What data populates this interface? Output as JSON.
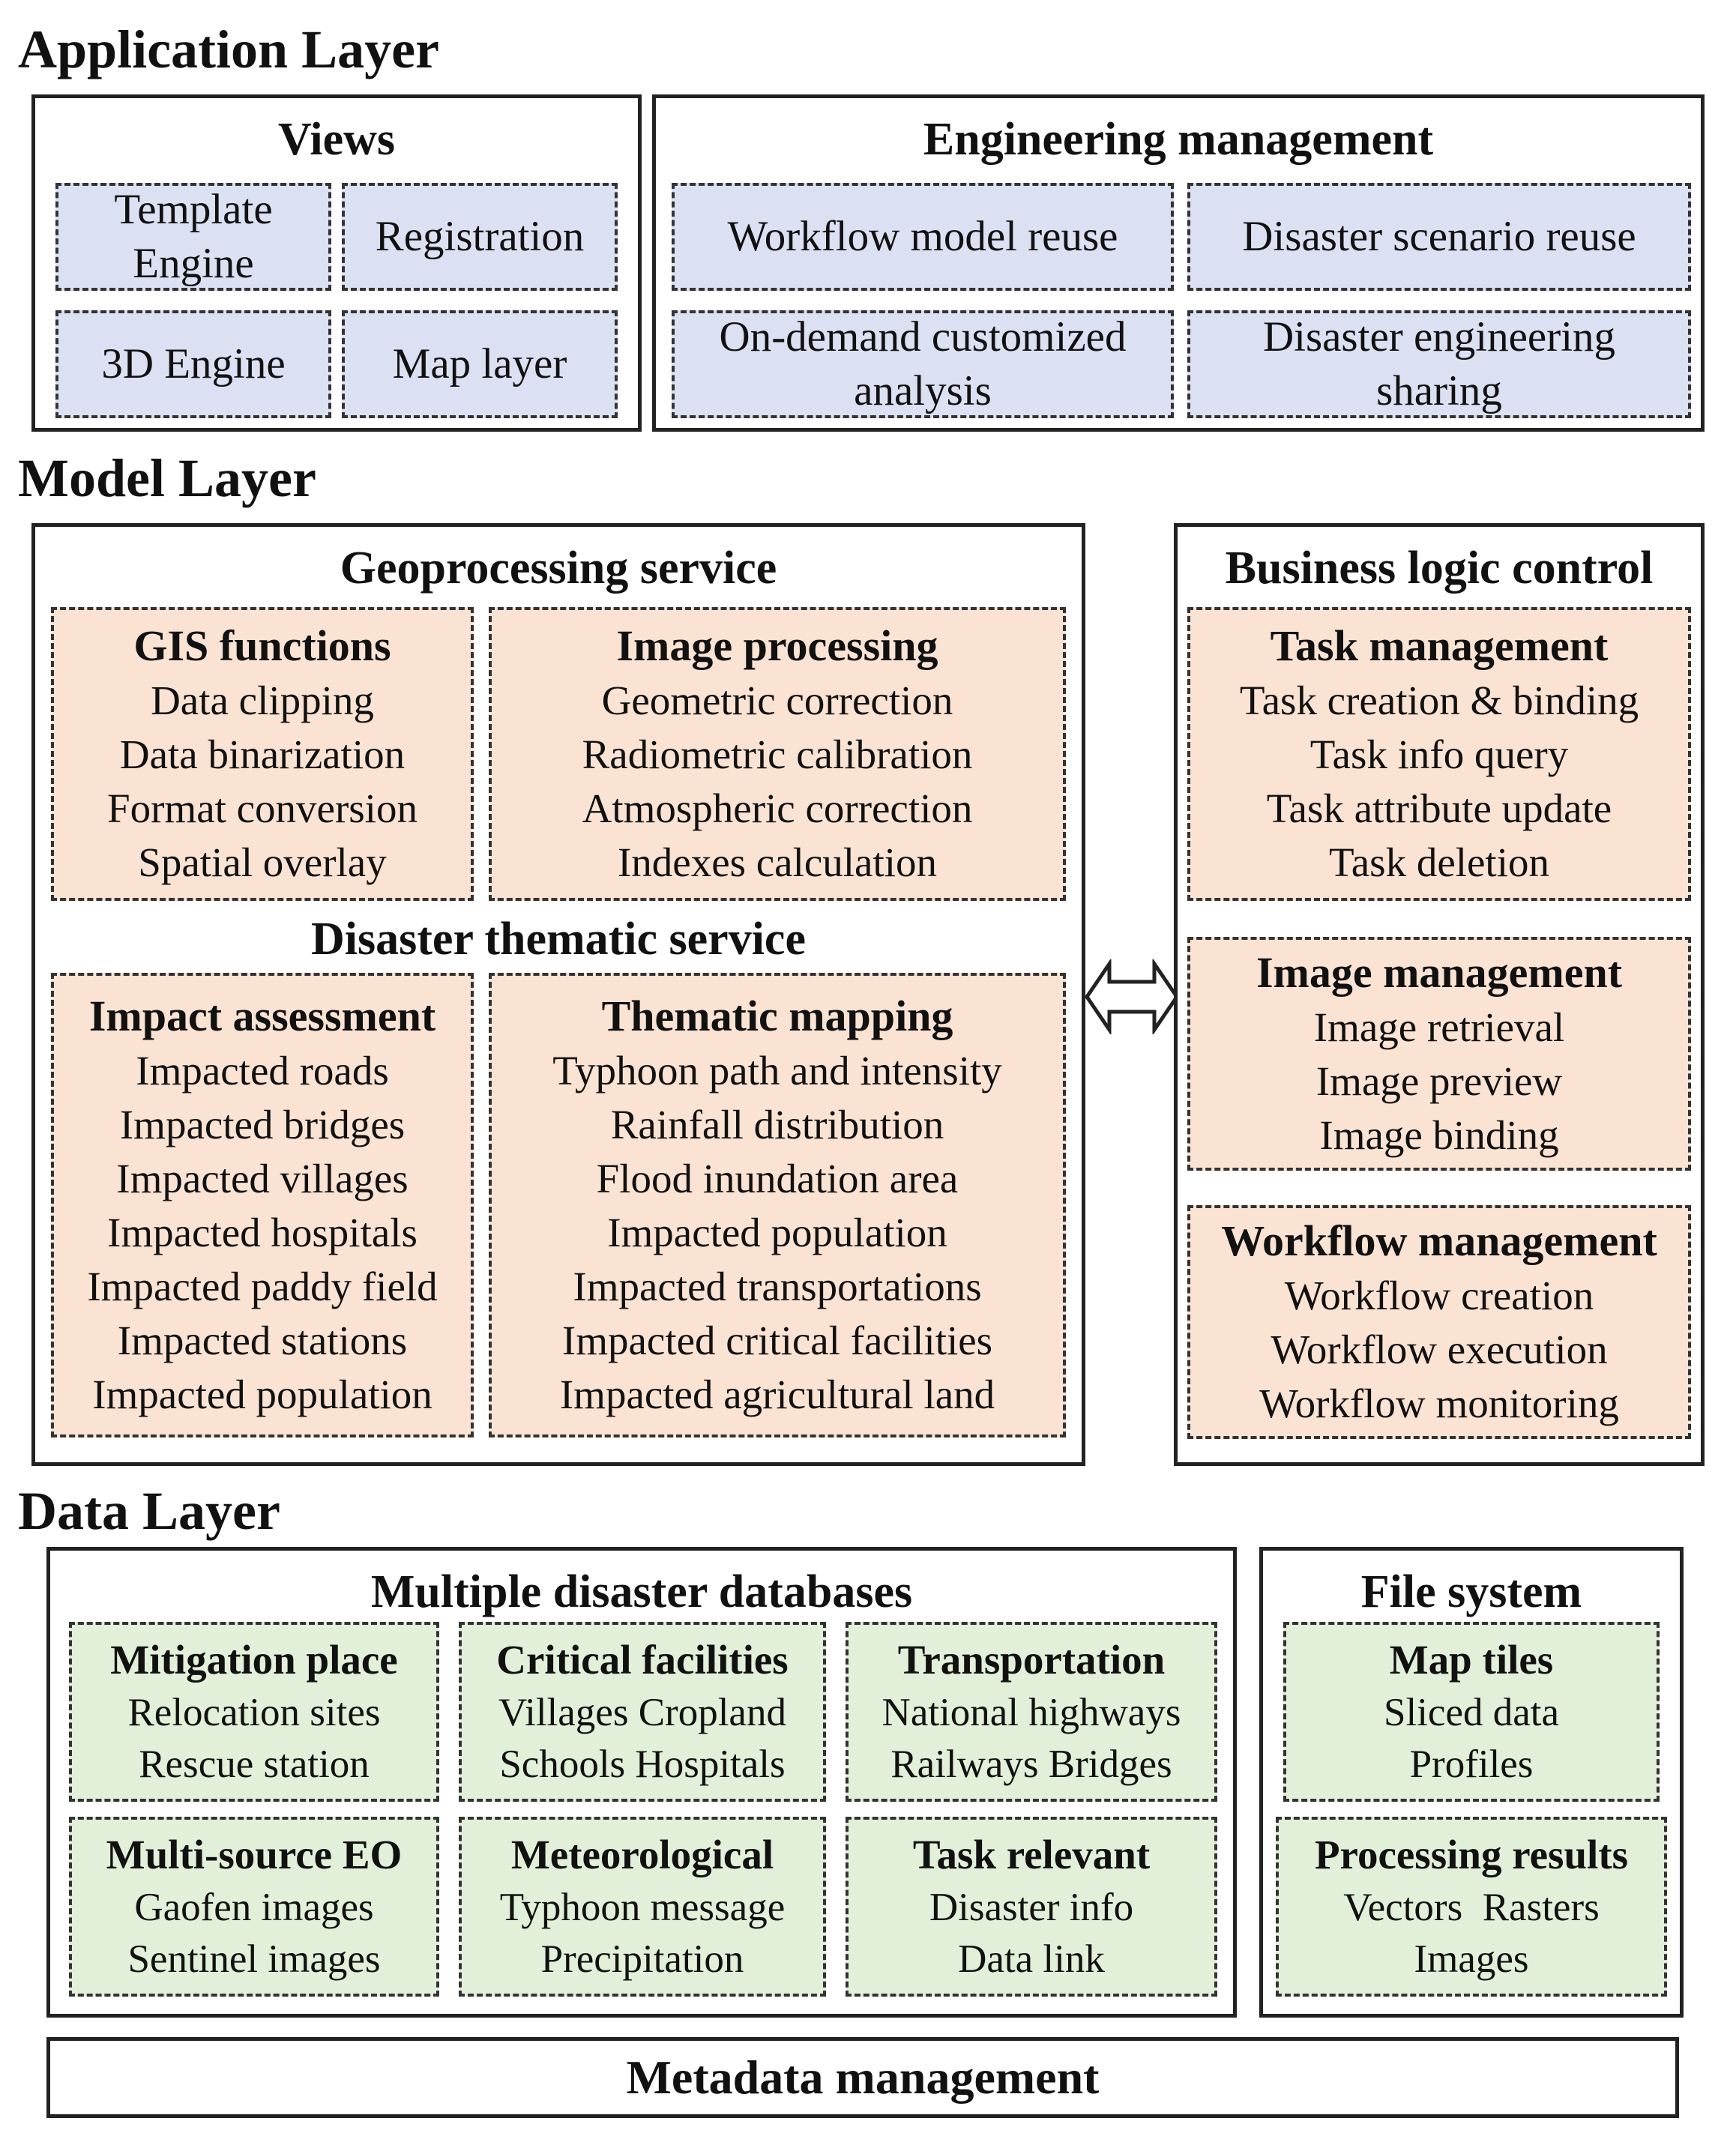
{
  "application": {
    "title": "Application Layer",
    "views": {
      "title": "Views",
      "items": [
        "Template\nEngine",
        "Registration",
        "3D Engine",
        "Map layer"
      ]
    },
    "engineering": {
      "title": "Engineering management",
      "items": [
        "Workflow model reuse",
        "Disaster scenario reuse",
        "On-demand customized\nanalysis",
        "Disaster engineering\nsharing"
      ]
    }
  },
  "model": {
    "title": "Model Layer",
    "geoprocessing": {
      "title": "Geoprocessing service",
      "gis": {
        "title": "GIS functions",
        "items": [
          "Data clipping",
          "Data binarization",
          "Format conversion",
          "Spatial overlay"
        ]
      },
      "image": {
        "title": "Image processing",
        "items": [
          "Geometric correction",
          "Radiometric calibration",
          "Atmospheric correction",
          "Indexes calculation"
        ]
      }
    },
    "thematic": {
      "title": "Disaster thematic service",
      "impact": {
        "title": "Impact assessment",
        "items": [
          "Impacted roads",
          "Impacted bridges",
          "Impacted villages",
          "Impacted hospitals",
          "Impacted paddy field",
          "Impacted stations",
          "Impacted population"
        ]
      },
      "mapping": {
        "title": "Thematic mapping",
        "items": [
          "Typhoon path and intensity",
          "Rainfall distribution",
          "Flood inundation area",
          "Impacted population",
          "Impacted transportations",
          "Impacted critical facilities",
          "Impacted agricultural land"
        ]
      }
    },
    "business": {
      "title": "Business logic control",
      "task": {
        "title": "Task management",
        "items": [
          "Task creation & binding",
          "Task info query",
          "Task attribute update",
          "Task deletion"
        ]
      },
      "image": {
        "title": "Image management",
        "items": [
          "Image retrieval",
          "Image preview",
          "Image binding"
        ]
      },
      "workflow": {
        "title": "Workflow management",
        "items": [
          "Workflow creation",
          "Workflow execution",
          "Workflow monitoring"
        ]
      }
    }
  },
  "data": {
    "title": "Data Layer",
    "databases": {
      "title": "Multiple disaster databases",
      "cells": [
        {
          "title": "Mitigation place",
          "items": [
            "Relocation sites",
            "Rescue station"
          ]
        },
        {
          "title": "Critical facilities",
          "items": [
            "Villages Cropland",
            "Schools Hospitals"
          ]
        },
        {
          "title": "Transportation",
          "items": [
            "National highways",
            "Railways Bridges"
          ]
        },
        {
          "title": "Multi-source EO",
          "items": [
            "Gaofen images",
            "Sentinel images"
          ]
        },
        {
          "title": "Meteorological",
          "items": [
            "Typhoon message",
            "Precipitation"
          ]
        },
        {
          "title": "Task relevant",
          "items": [
            "Disaster info",
            "Data link"
          ]
        }
      ]
    },
    "files": {
      "title": "File system",
      "tiles": {
        "title": "Map tiles",
        "items": [
          "Sliced data",
          "Profiles"
        ]
      },
      "results": {
        "title": "Processing results",
        "items": [
          "Vectors  Rasters",
          "Images"
        ]
      }
    }
  },
  "metadata": {
    "title": "Metadata management"
  },
  "icons": {
    "arrow": "double-arrow-icon"
  }
}
